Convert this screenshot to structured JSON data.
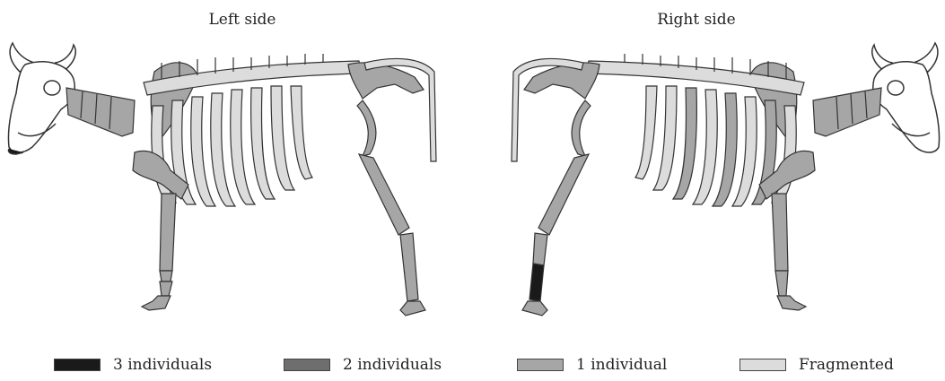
{
  "titles": {
    "left": "Left side",
    "right": "Right side"
  },
  "legend": [
    {
      "label": "3 individuals",
      "color": "#1a1a1a"
    },
    {
      "label": "2 individuals",
      "color": "#6e6e6e"
    },
    {
      "label": "1 individual",
      "color": "#a6a6a6"
    },
    {
      "label": "Fragmented",
      "color": "#dcdcdc"
    }
  ]
}
